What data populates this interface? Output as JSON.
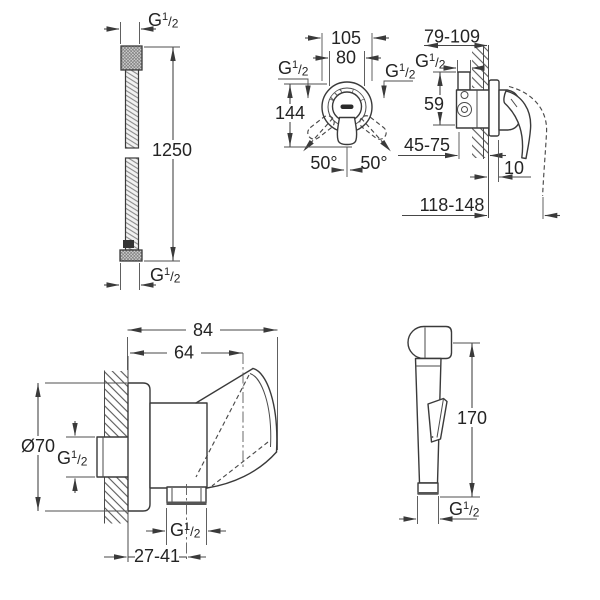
{
  "labels": {
    "thread": {
      "G": "G",
      "num": "1",
      "slash": "/",
      "den": "2"
    }
  },
  "hose": {
    "length": "1250"
  },
  "mixer_front": {
    "plate_diameter": "105",
    "body_width": "80",
    "height": "144",
    "swing_left": "50°",
    "swing_right": "50°"
  },
  "mixer_side": {
    "rough_in_depth": "79-109",
    "port_offset": "59",
    "wall_depth": "45-75",
    "plate_depth": "10",
    "total_depth": "118-148"
  },
  "holder": {
    "projection": "84",
    "center_projection": "64",
    "flange_diameter": "Ø70",
    "wall_range": "27-41"
  },
  "spray": {
    "height": "170"
  }
}
